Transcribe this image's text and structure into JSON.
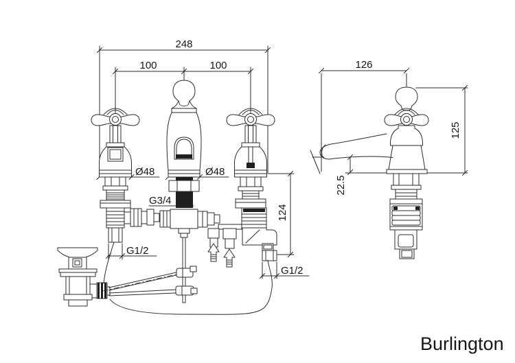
{
  "brand": "Burlington",
  "front_view": {
    "overall_width": "248",
    "left_hole_pitch": "100",
    "right_hole_pitch": "100",
    "handle_base_diameter": "Ø48",
    "spout_base_diameter": "Ø48",
    "spout_thread": "G3/4",
    "left_valve_thread": "G1/2",
    "below_deck_depth": "124",
    "right_valve_thread": "G1/2"
  },
  "side_view": {
    "spout_projection": "126",
    "overall_height": "125",
    "spout_clearance": "22.5"
  }
}
